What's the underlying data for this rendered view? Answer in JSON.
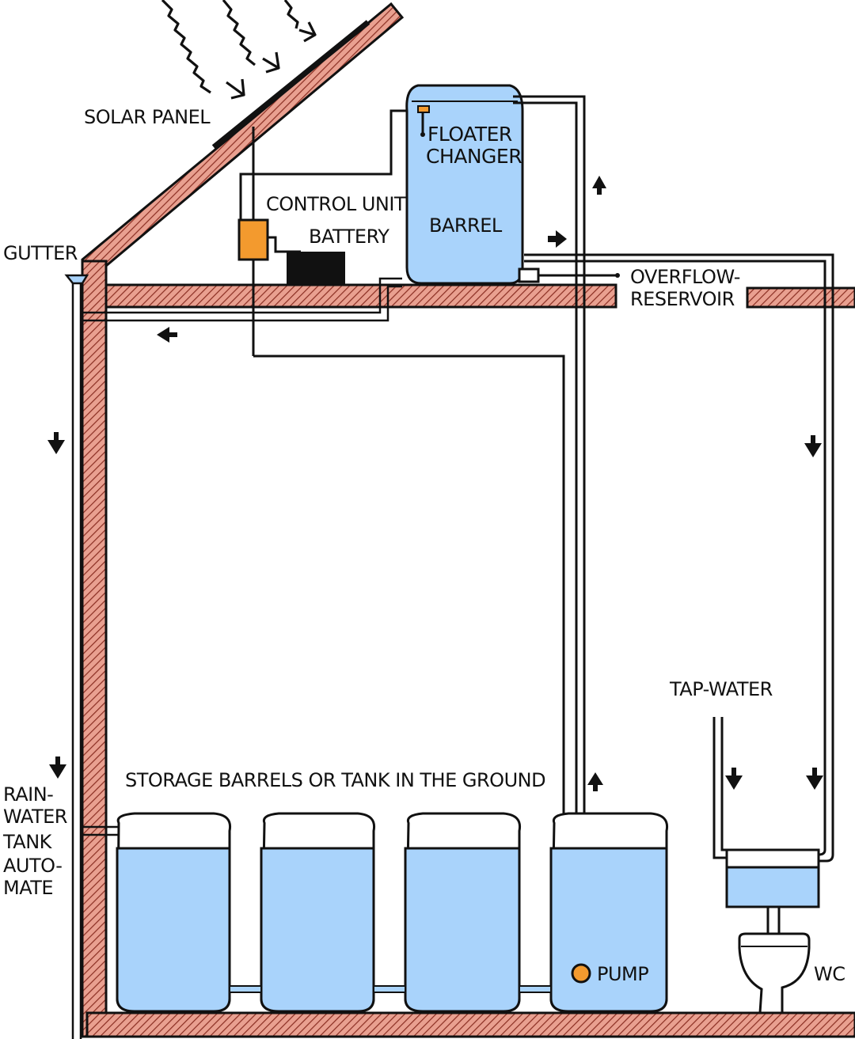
{
  "labels": {
    "solar_panel": "SOLAR PANEL",
    "gutter": "GUTTER",
    "control_unit": "CONTROL UNIT",
    "battery": "BATTERY",
    "floater": "FLOATER",
    "changer": "CHANGER",
    "barrel": "BARREL",
    "overflow_1": "OVERFLOW-",
    "overflow_2": "RESERVOIR",
    "storage": "STORAGE BARRELS OR TANK IN THE GROUND",
    "rain_1": "RAIN-",
    "rain_2": "WATER",
    "rain_3": "TANK",
    "rain_4": "AUTO-",
    "rain_5": "MATE",
    "pump": "PUMP",
    "tap_water": "TAP-WATER",
    "wc": "WC"
  },
  "colors": {
    "wall_fill": "#e9a090",
    "wall_hatch": "#8a2e22",
    "water": "#a9d3fb",
    "pipe_fill": "#eaf4ff",
    "control_unit": "#f39a2e",
    "battery": "#111111",
    "line": "#111111"
  }
}
